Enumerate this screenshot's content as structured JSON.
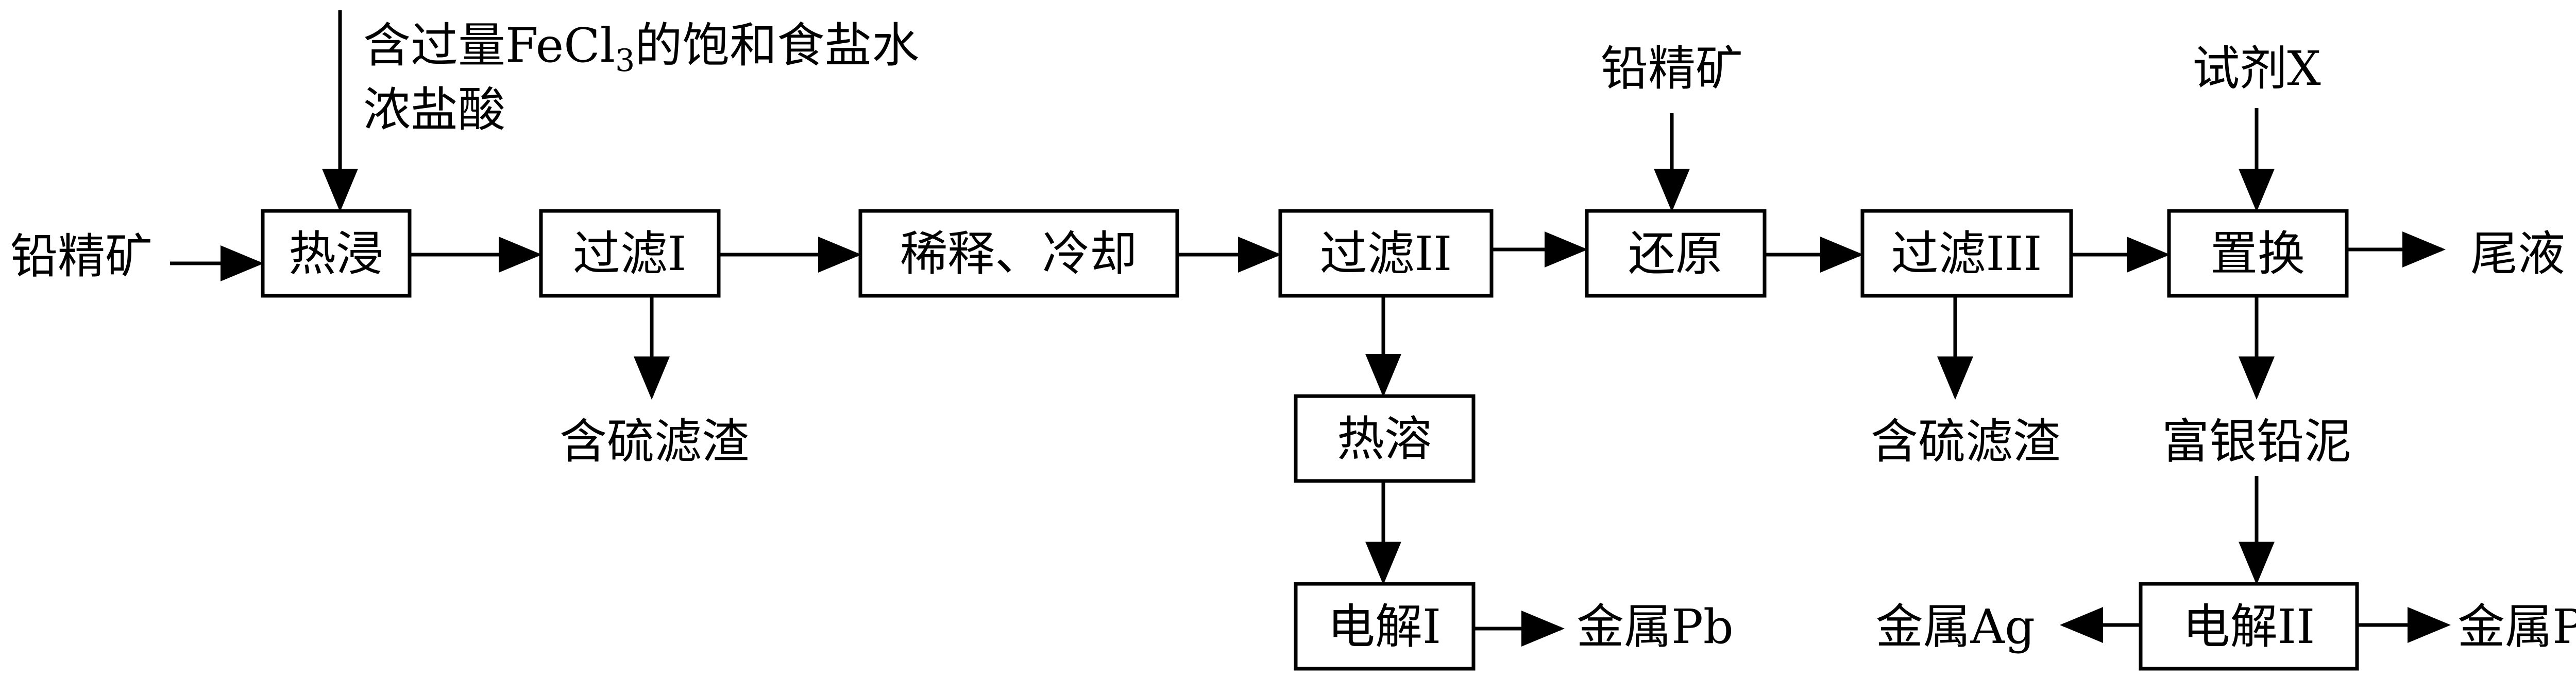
{
  "input_left": "铅精矿",
  "input_top_line1": "含过量FeCl",
  "input_top_sub": "3",
  "input_top_line1_rest": "的饱和食盐水",
  "input_top_line2": "浓盐酸",
  "box_heat_leach": "热浸",
  "box_filter1": "过滤I",
  "box_dilute_cool": "稀释、冷却",
  "box_filter2": "过滤II",
  "box_reduce": "还原",
  "box_filter3": "过滤III",
  "box_replace": "置换",
  "input_reduce": "铅精矿",
  "input_reagent": "试剂X",
  "output_tail": "尾液",
  "residue1": "含硫滤渣",
  "residue2": "含硫滤渣",
  "box_hot_dissolve": "热溶",
  "box_electrolysis1": "电解I",
  "output_pb1": "金属Pb",
  "silver_mud": "富银铅泥",
  "box_electrolysis2": "电解II",
  "output_ag": "金属Ag",
  "output_pb2": "金属Pb"
}
